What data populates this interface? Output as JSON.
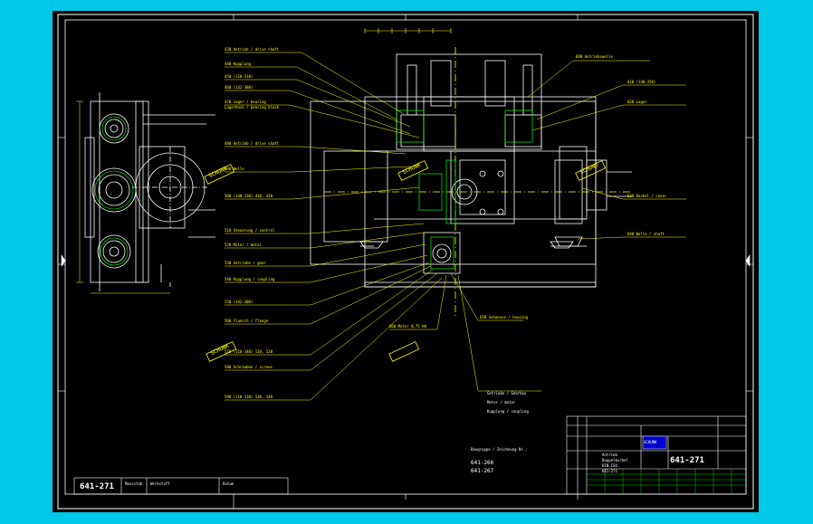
{
  "drawing": {
    "number": "641-271",
    "title_block": {
      "drawing_number": "641-271",
      "company": "SCHUNK",
      "rows": [
        "Antrieb",
        "Doppelkurbel",
        "DIN ISO",
        "641-271"
      ]
    },
    "reference_note": {
      "heading": "Baugruppe / Zeichnung Nr.:",
      "items": [
        "641-266",
        "641-267"
      ]
    },
    "detail_labels": [
      "430 Antrieb / drive shaft",
      "440 Kupplung",
      "450 (110-310)",
      "460 (142-380)",
      "470 Lager / bearing",
      "Lagerbock / bearing block",
      "480 Antrieb / drive shaft",
      "490 Welle",
      "500 (140-330) 410, 420",
      "510 Steuerung / control",
      "520 Motor / motor",
      "530 Getriebe / gear",
      "540 Kupplung / coupling",
      "550 (142-380)",
      "560 Flansch / flange",
      "570 (110-340) 110, 120",
      "580 Schrauben / screws",
      "590 (110-310) 130, 140"
    ],
    "right_labels": [
      "600 Antriebswelle",
      "610 (140-350)",
      "620 Lager",
      "630 Deckel / cover",
      "640 Welle / shaft",
      "650 Gehaeuse / housing",
      "660 Motor 0,75 kW"
    ],
    "stamps": [
      "SCHUNK",
      "SCHUNK",
      "SCHUNK",
      "SCHUNK"
    ],
    "bottom_label_block": [
      "Getriebe / Gearbox",
      "Motor / motor",
      "Kupplung / coupling"
    ],
    "small_title_block": {
      "drawing_number": "641-271",
      "cells": [
        "Massstab",
        "Werkstoff",
        "Datum"
      ]
    },
    "colors": {
      "background": "#000000",
      "frame": "#ffffff",
      "geometry": "#ffffff",
      "leader": "#ffff00",
      "highlight": "#00ff00",
      "screen": "#00c8e8"
    }
  }
}
